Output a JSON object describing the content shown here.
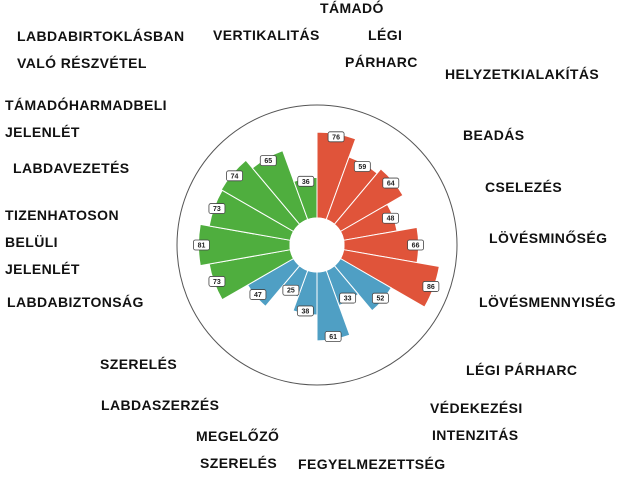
{
  "chart_data": {
    "type": "polar-bar",
    "title": "",
    "range": [
      0,
      100
    ],
    "colors": {
      "attack": "#e0543a",
      "defense": "#4f9fc4",
      "possession": "#4fae3e"
    },
    "categories": [
      {
        "lines": [
          "TÁMADÓ",
          "LÉGI",
          "PÁRHARC"
        ],
        "value": 76,
        "group": "attack"
      },
      {
        "lines": [
          "HELYZETKIALAKÍTÁS"
        ],
        "value": 59,
        "group": "attack"
      },
      {
        "lines": [
          "BEADÁS"
        ],
        "value": 64,
        "group": "attack"
      },
      {
        "lines": [
          "CSELEZÉS"
        ],
        "value": 48,
        "group": "attack"
      },
      {
        "lines": [
          "LÖVÉSMINŐSÉG"
        ],
        "value": 66,
        "group": "attack"
      },
      {
        "lines": [
          "LÖVÉSMENNYISÉG"
        ],
        "value": 86,
        "group": "attack"
      },
      {
        "lines": [
          "LÉGI PÁRHARC"
        ],
        "value": 52,
        "group": "defense"
      },
      {
        "lines": [
          "VÉDEKEZÉSI",
          "INTENZITÁS"
        ],
        "value": 33,
        "group": "defense"
      },
      {
        "lines": [
          "FEGYELMEZETTSÉG"
        ],
        "value": 61,
        "group": "defense"
      },
      {
        "lines": [
          "MEGELŐZŐ",
          "SZERELÉS"
        ],
        "value": 38,
        "group": "defense"
      },
      {
        "lines": [
          "LABDASZERZÉS"
        ],
        "value": 25,
        "group": "defense"
      },
      {
        "lines": [
          "SZERELÉS"
        ],
        "value": 47,
        "group": "defense"
      },
      {
        "lines": [
          "LABDABIZTONSÁG"
        ],
        "value": 73,
        "group": "possession"
      },
      {
        "lines": [
          "TIZENHATOSON",
          "BELÜLI",
          "JELENLÉT"
        ],
        "value": 81,
        "group": "possession"
      },
      {
        "lines": [
          "LABDAVEZETÉS"
        ],
        "value": 73,
        "group": "possession"
      },
      {
        "lines": [
          "TÁMADÓHARMADBELI",
          "JELENLÉT"
        ],
        "value": 74,
        "group": "possession"
      },
      {
        "lines": [
          "LABDABIRTOKLÁSBAN",
          "VALÓ RÉSZVÉTEL"
        ],
        "value": 65,
        "group": "possession"
      },
      {
        "lines": [
          "VERTIKALITÁS"
        ],
        "value": 36,
        "group": "possession"
      }
    ]
  }
}
